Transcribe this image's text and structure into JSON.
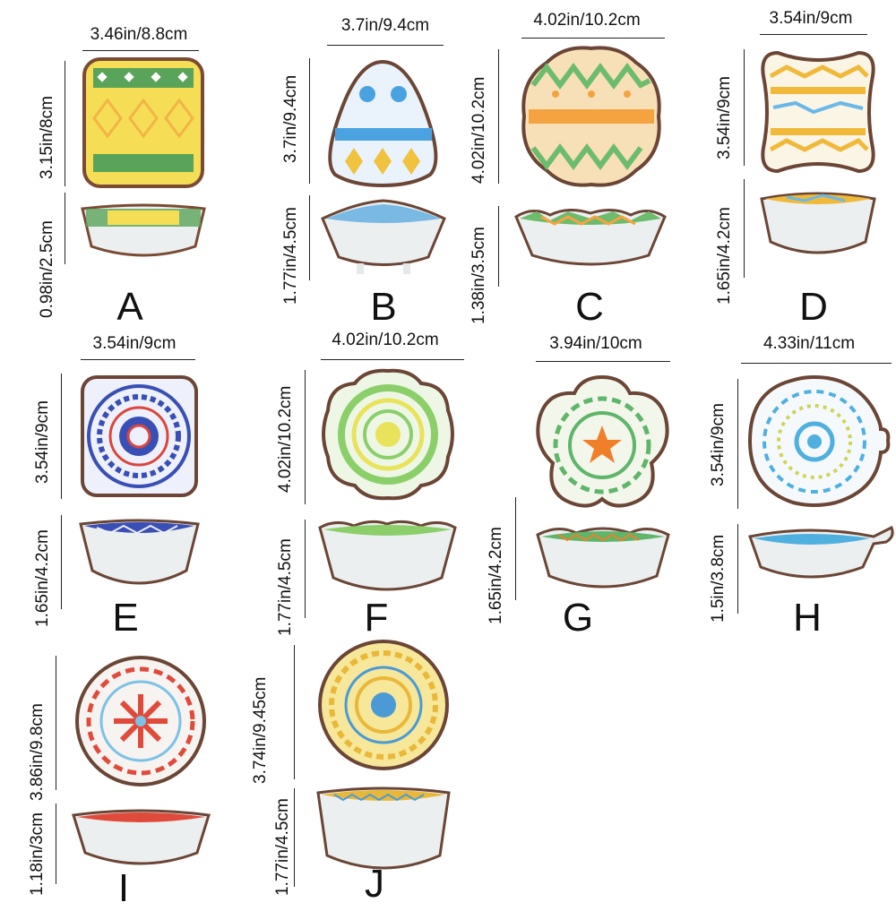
{
  "items": [
    {
      "letter": "A",
      "width": "3.46in/8.8cm",
      "depth": "3.15in/8cm",
      "height": "0.98in/2.5cm",
      "rim": "#7a4b34",
      "c1": "#f5dd55",
      "c2": "#5aa35a",
      "c3": "#f3b447",
      "shape": "square"
    },
    {
      "letter": "B",
      "width": "3.7in/9.4cm",
      "depth": "3.7in/9.4cm",
      "height": "1.77in/4.5cm",
      "rim": "#6b4636",
      "c1": "#eaf3fb",
      "c2": "#4aa3e0",
      "c3": "#f0c240",
      "shape": "triangle"
    },
    {
      "letter": "C",
      "width": "4.02in/10.2cm",
      "depth": "4.02in/10.2cm",
      "height": "1.38in/3.5cm",
      "rim": "#6b4636",
      "c1": "#f4a340",
      "c2": "#6dbb6d",
      "c3": "#f7e0b8",
      "shape": "wavy"
    },
    {
      "letter": "D",
      "width": "3.54in/9cm",
      "depth": "3.54in/9cm",
      "height": "1.65in/4.2cm",
      "rim": "#6b4636",
      "c1": "#fbf5e6",
      "c2": "#f0b93a",
      "c3": "#6ab8e8",
      "shape": "clover"
    },
    {
      "letter": "E",
      "width": "3.54in/9cm",
      "depth": "3.54in/9cm",
      "height": "1.65in/4.2cm",
      "rim": "#6b4636",
      "c1": "#eef0fb",
      "c2": "#3a4fb5",
      "c3": "#d9473f",
      "shape": "square"
    },
    {
      "letter": "F",
      "width": "4.02in/10.2cm",
      "depth": "4.02in/10.2cm",
      "height": "1.77in/4.5cm",
      "rim": "#6b4636",
      "c1": "#eef7e6",
      "c2": "#8ccf6a",
      "c3": "#e8e35a",
      "shape": "flower"
    },
    {
      "letter": "G",
      "width": "3.94in/10cm",
      "depth": "",
      "height": "1.65in/4.2cm",
      "rim": "#6b4636",
      "c1": "#f3f6ea",
      "c2": "#5fb56a",
      "c3": "#f07f2a",
      "shape": "pentaflower"
    },
    {
      "letter": "H",
      "width": "4.33in/11cm",
      "depth": "3.54in/9cm",
      "height": "1.5in/3.8cm",
      "rim": "#6b4636",
      "c1": "#f5f9fc",
      "c2": "#4fb0e0",
      "c3": "#cfd45a",
      "shape": "handle"
    },
    {
      "letter": "I",
      "width": "",
      "depth": "3.86in/9.8cm",
      "height": "1.18in/3cm",
      "rim": "#6b4636",
      "c1": "#f7f3f1",
      "c2": "#e04a3a",
      "c3": "#7cc2e6",
      "shape": "round"
    },
    {
      "letter": "J",
      "width": "",
      "depth": "3.74in/9.45cm",
      "height": "1.77in/4.5cm",
      "rim": "#6b4636",
      "c1": "#f6e79a",
      "c2": "#e9b83a",
      "c3": "#4b9ad6",
      "shape": "round"
    }
  ],
  "g_side_depth_label": "1.65in/4.2cm"
}
